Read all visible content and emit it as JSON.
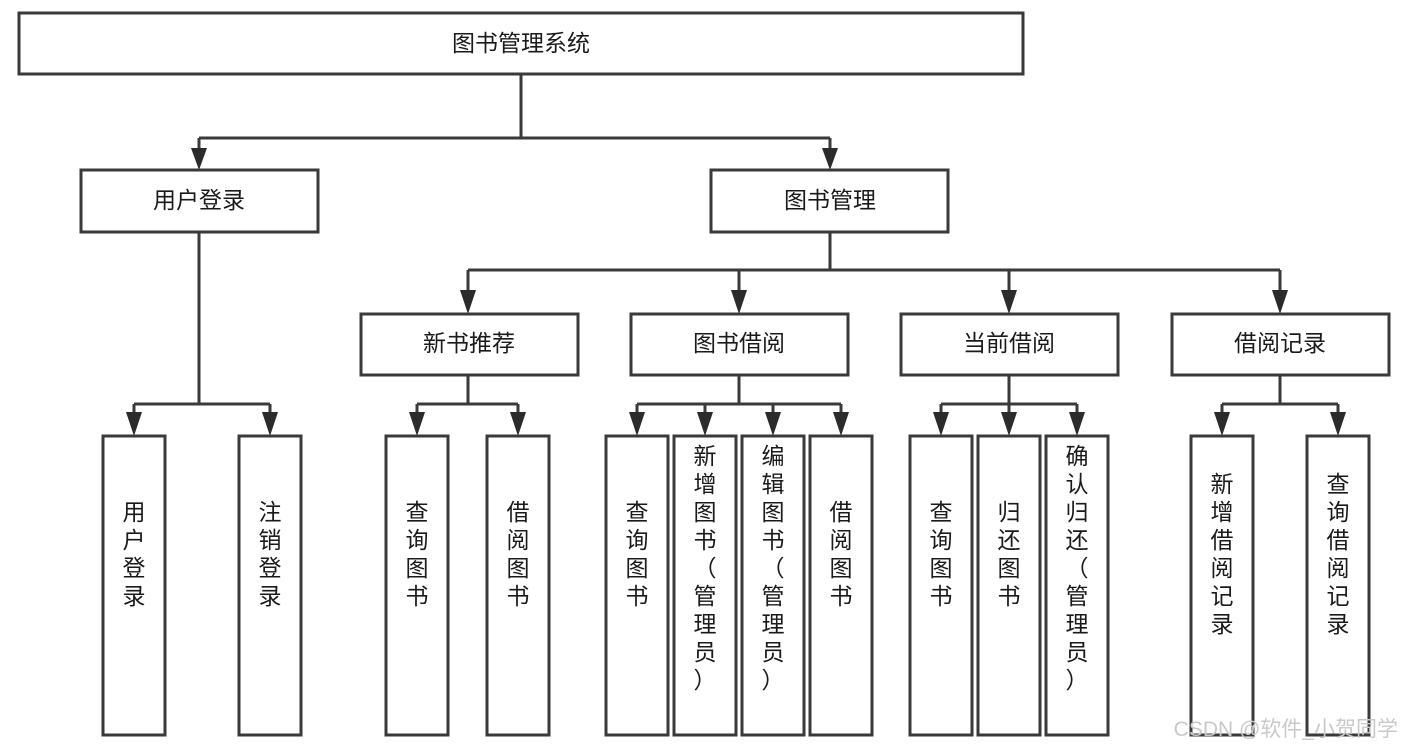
{
  "diagram": {
    "title": "图书管理系统",
    "type": "tree-hierarchy",
    "watermark": "CSDN @软件_小贺同学",
    "colors": {
      "box_stroke": "#3a3a3a",
      "box_fill": "#ffffff",
      "connector": "#3a3a3a",
      "text": "#1a1a1a",
      "watermark": "#c9c9c9",
      "background": "#ffffff"
    },
    "root": {
      "label": "图书管理系统"
    },
    "level2": [
      {
        "label": "用户登录"
      },
      {
        "label": "图书管理"
      }
    ],
    "level3": [
      {
        "label": "新书推荐"
      },
      {
        "label": "图书借阅"
      },
      {
        "label": "当前借阅"
      },
      {
        "label": "借阅记录"
      }
    ],
    "leaves": {
      "user_login": [
        {
          "label": "用户登录"
        },
        {
          "label": "注销登录"
        }
      ],
      "new_book_recommend": [
        {
          "label": "查询图书"
        },
        {
          "label": "借阅图书"
        }
      ],
      "book_borrow": [
        {
          "label": "查询图书"
        },
        {
          "label": "新增图书（管理员）"
        },
        {
          "label": "编辑图书（管理员）"
        },
        {
          "label": "借阅图书"
        }
      ],
      "current_borrow": [
        {
          "label": "查询图书"
        },
        {
          "label": "归还图书"
        },
        {
          "label": "确认归还（管理员）"
        }
      ],
      "borrow_record": [
        {
          "label": "新增借阅记录"
        },
        {
          "label": "查询借阅记录"
        }
      ]
    }
  }
}
